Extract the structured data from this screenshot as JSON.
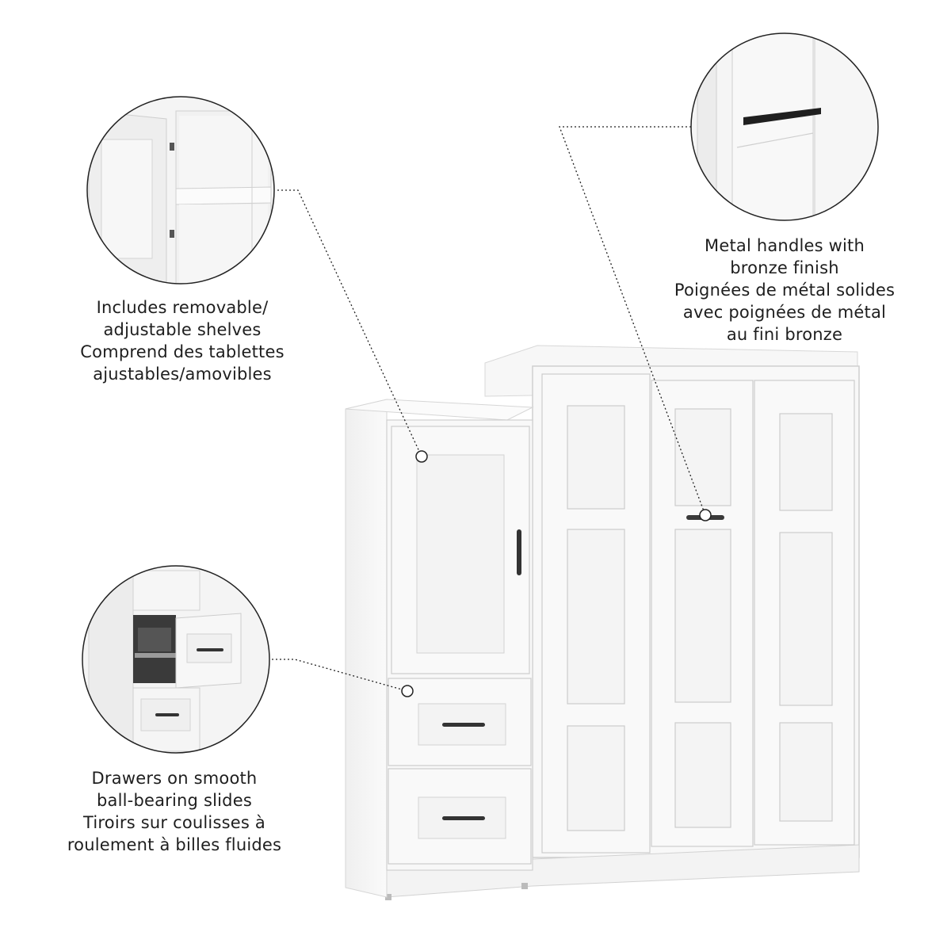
{
  "image": {
    "description_type": "product-feature-callouts",
    "colors": {
      "background": "#ffffff",
      "cabinet_white": "#f6f6f6",
      "cabinet_shadow": "#e3e3e3",
      "edge_line": "#cfcfcf",
      "text": "#1e1e1e",
      "handle": "#2a2a2a",
      "leader_line": "#222222"
    }
  },
  "callouts": {
    "shelves": {
      "line1": "Includes removable/",
      "line2": "adjustable shelves",
      "line3": "Comprend des tablettes",
      "line4": "ajustables/amovibles"
    },
    "drawers": {
      "line1": "Drawers on smooth",
      "line2": "ball-bearing slides",
      "line3": "Tiroirs sur coulisses à",
      "line4": "roulement à billes fluides"
    },
    "handles": {
      "line1": "Metal handles with",
      "line2": "bronze finish",
      "line3": "Poignées de métal solides",
      "line4": "avec poignées de métal",
      "line5": "au fini bronze"
    }
  },
  "icons": [
    "shelf-detail-zoom",
    "drawer-detail-zoom",
    "handle-detail-zoom"
  ]
}
